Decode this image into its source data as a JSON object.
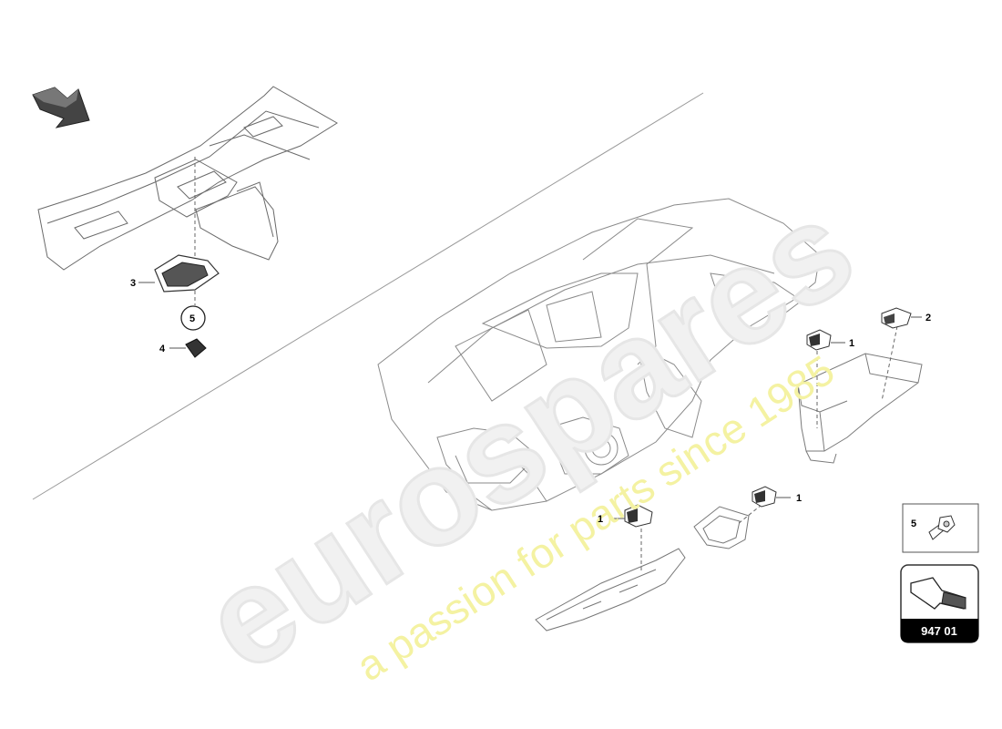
{
  "watermark": {
    "brand": "eurospares",
    "tagline": "a passion for parts since 1985"
  },
  "callouts": [
    {
      "id": "c3-left",
      "label": "3"
    },
    {
      "id": "c5-circle",
      "label": "5"
    },
    {
      "id": "c4-left",
      "label": "4"
    },
    {
      "id": "c2-right",
      "label": "2"
    },
    {
      "id": "c1-upper-right",
      "label": "1"
    },
    {
      "id": "c1-center-right",
      "label": "1"
    },
    {
      "id": "c1-lower-left",
      "label": "1"
    }
  ],
  "legend_box": {
    "label": "5",
    "icon": "bolt-icon"
  },
  "reference_box": {
    "code": "947 01",
    "icon": "direction-arrow-icon"
  },
  "view_arrow": {
    "icon": "view-direction-arrow-icon"
  }
}
